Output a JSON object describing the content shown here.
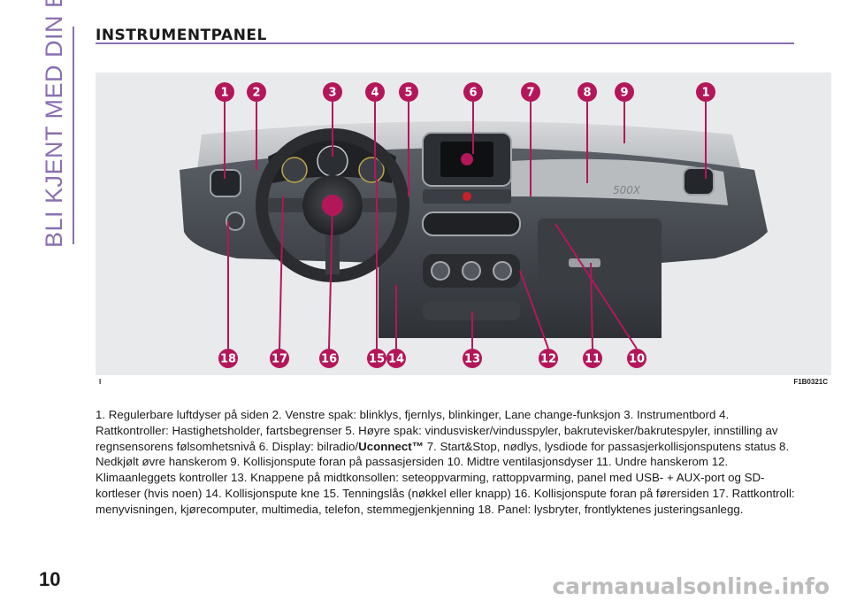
{
  "side_title": "BLI KJENT MED DIN BIL",
  "heading": "INSTRUMENTPANEL",
  "figure": {
    "left_code": "l",
    "right_code": "F1B0321C",
    "callouts_top": [
      "1",
      "2",
      "3",
      "4",
      "5",
      "6",
      "7",
      "8",
      "9",
      "1"
    ],
    "callouts_bottom": [
      "18",
      "17",
      "16",
      "15",
      "14",
      "13",
      "12",
      "11",
      "10"
    ],
    "marker_color": "#b3175a"
  },
  "description": {
    "part1": "1. Regulerbare luftdyser på siden   2. Venstre spak: blinklys, fjernlys, blinkinger, Lane change-funksjon   3. Instrumentbord   4. Rattkontroller: Hastighetsholder, fartsbegrenser   5. Høyre spak: vindusvisker/vindusspyler, bakrutevisker/bakrutespyler, innstilling av regnsensorens følsomhetsnivå   6. Display: bilradio/",
    "bold": "Uconnect™",
    "part2": "   7. Start&Stop, nødlys, lysdiode for passasjerkollisjonsputens status   8. Nedkjølt øvre hanskerom   9. Kollisjonspute foran på passasjersiden   10. Midtre ventilasjonsdyser   11. Undre hanskerom   12. Klimaanleggets kontroller   13. Knappene på midtkonsollen: seteoppvarming, rattoppvarming, panel med USB- + AUX-port og SD-kortleser (hvis noen)   14. Kollisjonspute kne   15. Tenningslås (nøkkel eller knapp)   16. Kollisjonspute foran på førersiden   17. Rattkontroll: menyvisningen, kjørecomputer, multimedia, telefon, stemmegjenkjenning   18. Panel: lysbryter, frontlyktenes justeringsanlegg."
  },
  "page_number": "10",
  "watermark": "carmanualsonline.info"
}
